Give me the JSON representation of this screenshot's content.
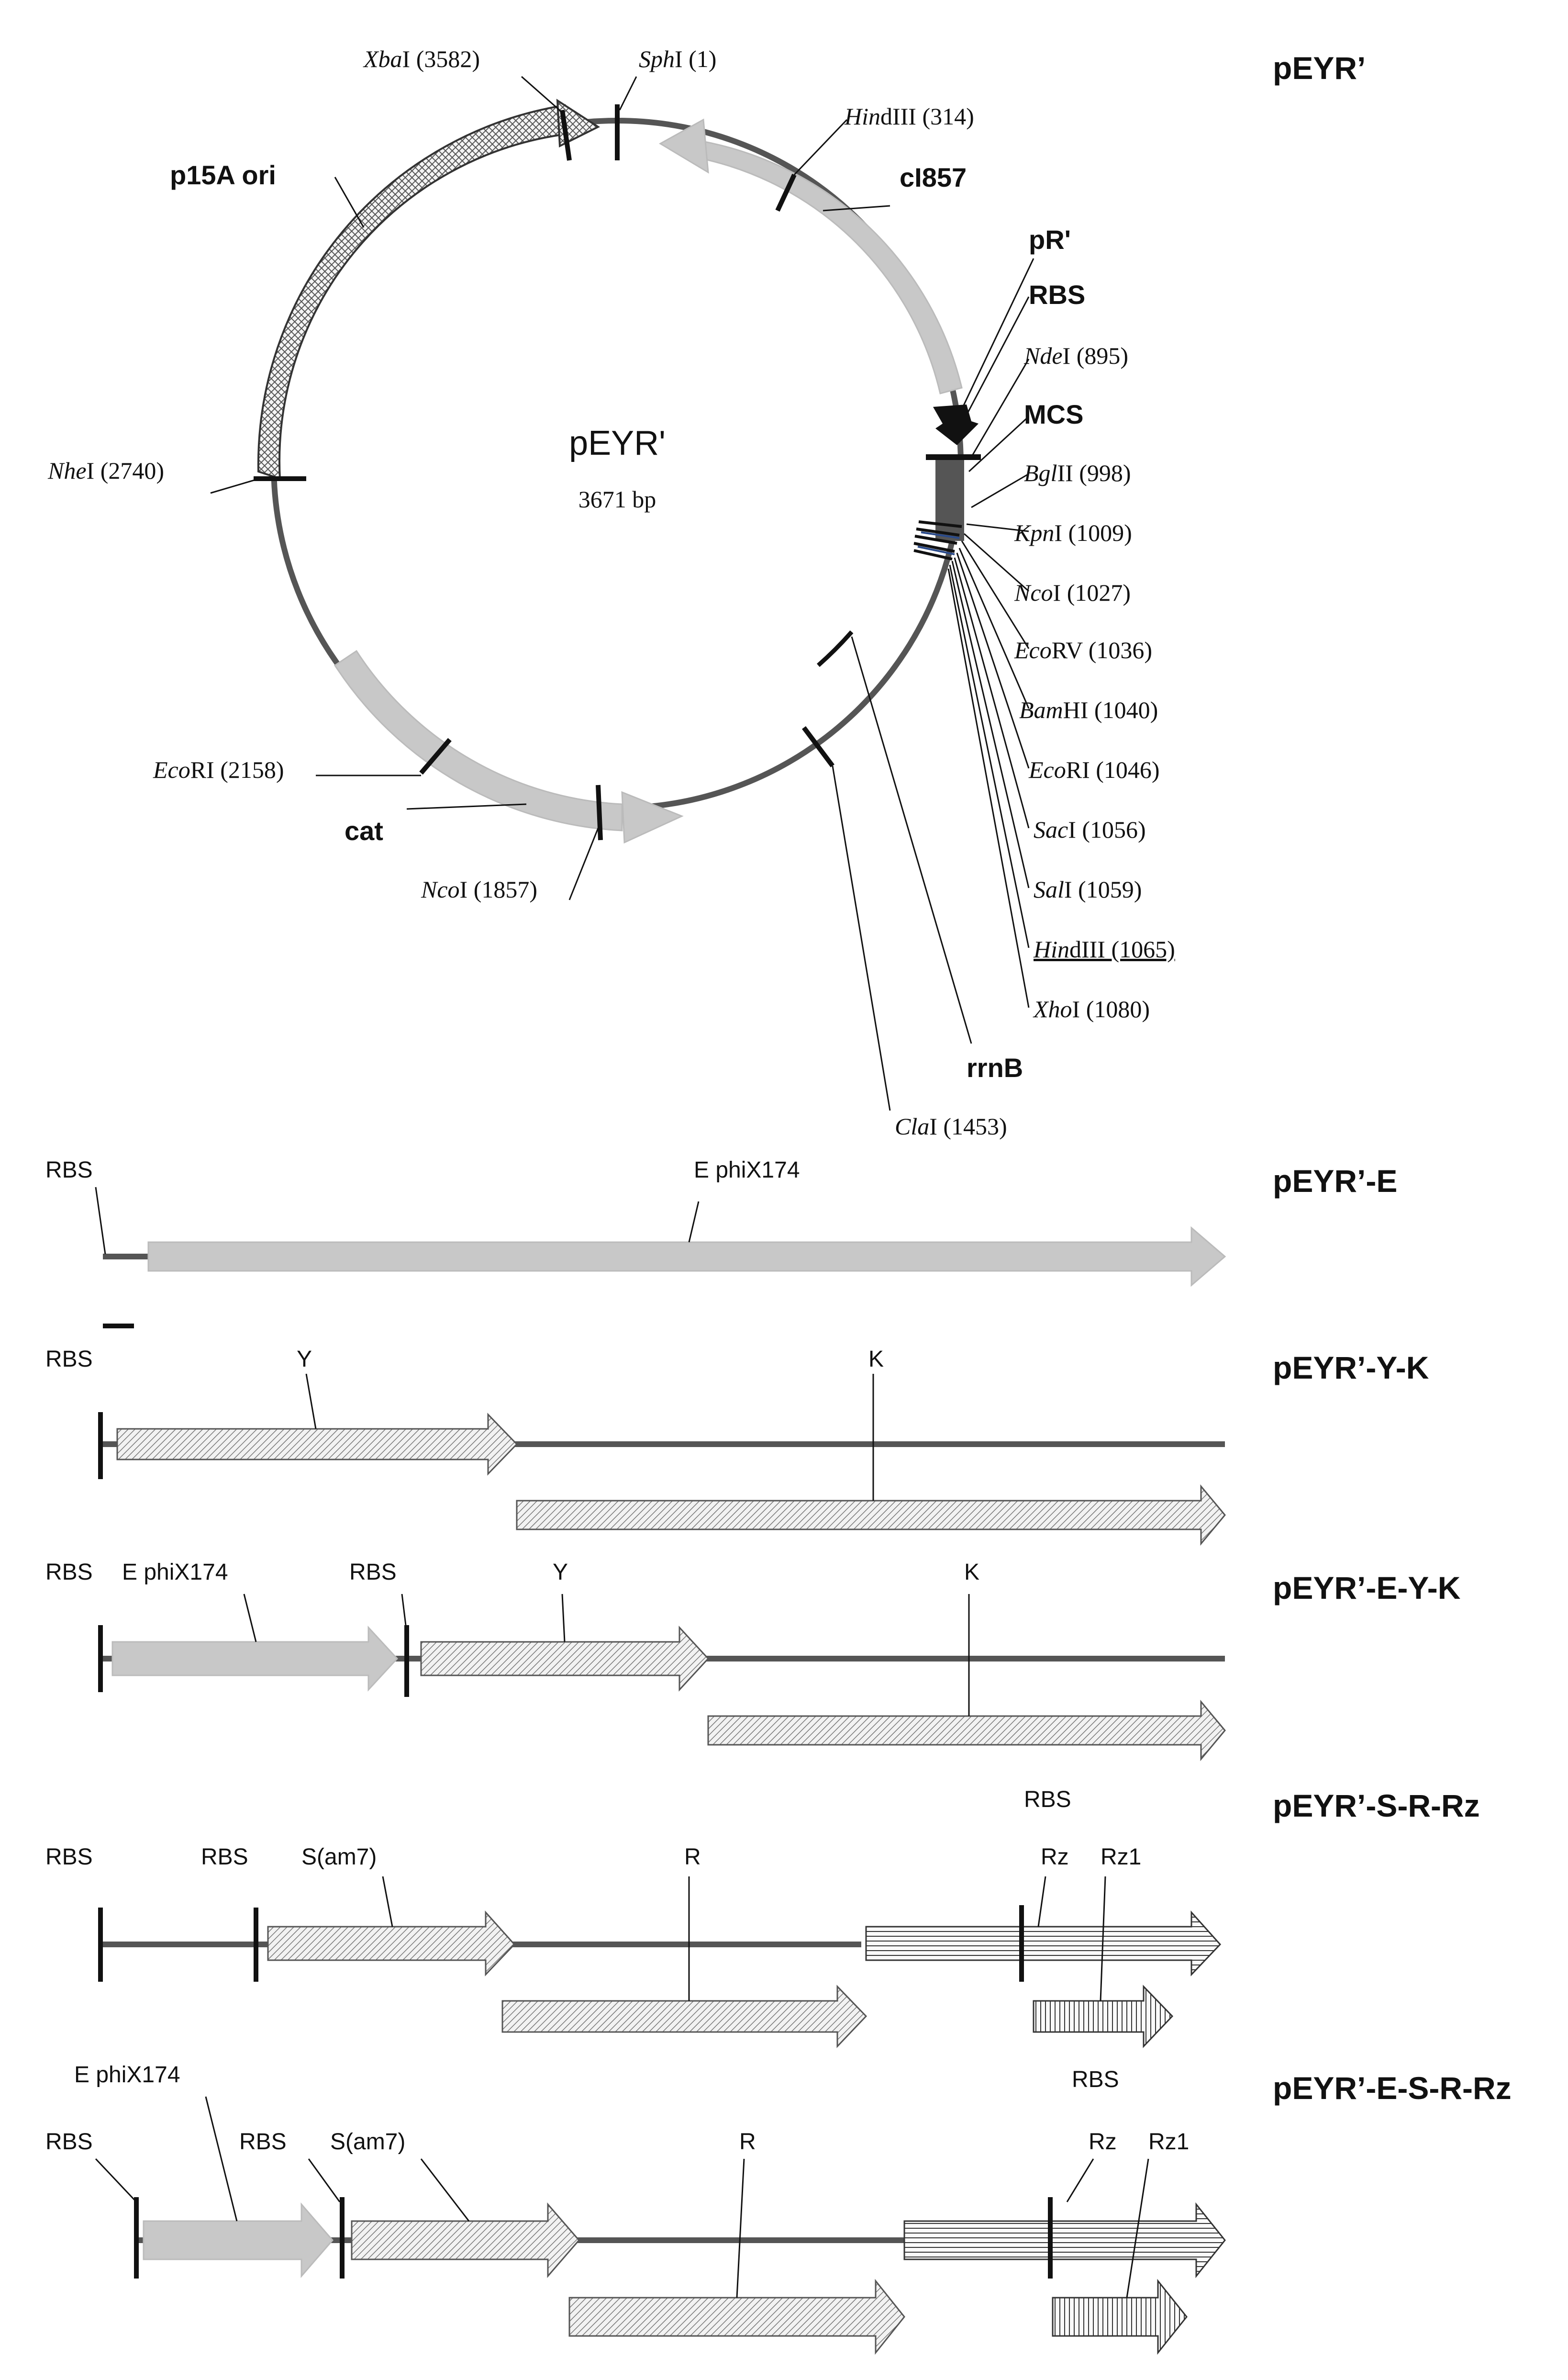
{
  "plasmid": {
    "name": "pEYR'",
    "size": "3671 bp",
    "heading": "pEYR’",
    "features": {
      "p15a_ori": "p15A ori",
      "ci857": "cI857",
      "pr": "pR'",
      "rbs": "RBS",
      "mcs": "MCS",
      "cat": "cat",
      "rrnb": "rrnB"
    },
    "sites": [
      {
        "id": "xbai",
        "enzyme": "Xba",
        "suffix": "I (3582)"
      },
      {
        "id": "sphi",
        "enzyme": "Sph",
        "suffix": "I (1)"
      },
      {
        "id": "hindiii314",
        "enzyme": "Hin",
        "suffix": "dIII (314)"
      },
      {
        "id": "ndei",
        "enzyme": "Nde",
        "suffix": "I (895)"
      },
      {
        "id": "bglii",
        "enzyme": "Bgl",
        "suffix": "II (998)"
      },
      {
        "id": "kpni",
        "enzyme": "Kpn",
        "suffix": "I (1009)"
      },
      {
        "id": "ncoi1027",
        "enzyme": "Nco",
        "suffix": "I (1027)"
      },
      {
        "id": "ecorv",
        "enzyme": "Eco",
        "suffix": "RV (1036)"
      },
      {
        "id": "bamhi",
        "enzyme": "Bam",
        "suffix": "HI (1040)"
      },
      {
        "id": "ecori1046",
        "enzyme": "Eco",
        "suffix": "RI (1046)"
      },
      {
        "id": "saci",
        "enzyme": "Sac",
        "suffix": "I (1056)"
      },
      {
        "id": "sali",
        "enzyme": "Sal",
        "suffix": "I (1059)"
      },
      {
        "id": "hindiii1065",
        "enzyme": "Hin",
        "suffix": "dIII (1065)"
      },
      {
        "id": "xhoi",
        "enzyme": "Xho",
        "suffix": "I (1080)"
      },
      {
        "id": "clai",
        "enzyme": "Cla",
        "suffix": "I (1453)"
      },
      {
        "id": "ncoi1857",
        "enzyme": "Nco",
        "suffix": "I (1857)"
      },
      {
        "id": "ecori2158",
        "enzyme": "Eco",
        "suffix": "RI (2158)"
      },
      {
        "id": "nhei",
        "enzyme": "Nhe",
        "suffix": "I (2740)"
      }
    ]
  },
  "constructs": [
    {
      "name": "pEYR’-E",
      "labels": [
        "RBS",
        "E phiX174"
      ]
    },
    {
      "name": "pEYR’-Y-K",
      "labels": [
        "RBS",
        "Y",
        "K"
      ]
    },
    {
      "name": "pEYR’-E-Y-K",
      "labels": [
        "RBS",
        "E phiX174",
        "RBS",
        "Y",
        "K"
      ]
    },
    {
      "name": "pEYR’-S-R-Rz",
      "labels": [
        "RBS",
        "RBS",
        "S(am7)",
        "R",
        "RBS",
        "Rz",
        "Rz1"
      ]
    },
    {
      "name": "pEYR’-E-S-R-Rz",
      "labels": [
        "E phiX174",
        "RBS",
        "RBS",
        "S(am7)",
        "R",
        "RBS",
        "Rz",
        "Rz1"
      ]
    }
  ]
}
